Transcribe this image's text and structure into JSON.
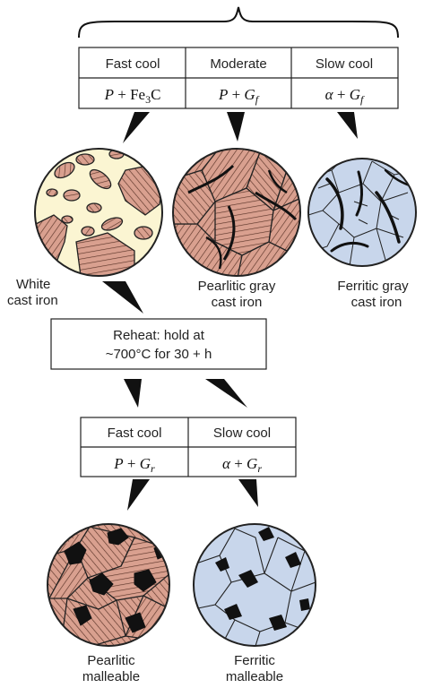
{
  "top_table": {
    "headers": [
      "Fast cool",
      "Moderate",
      "Slow cool"
    ],
    "phases": [
      {
        "a": "P",
        "plus": " + ",
        "b": "Fe",
        "sub": "3",
        "tail": "C"
      },
      {
        "a": "P",
        "plus": " + ",
        "b": "G",
        "sub": "f",
        "tail": ""
      },
      {
        "a": "α",
        "plus": " + ",
        "b": "G",
        "sub": "f",
        "tail": ""
      }
    ]
  },
  "microstructures_top": [
    {
      "line1": "White",
      "line2": "cast iron"
    },
    {
      "line1": "Pearlitic gray",
      "line2": "cast iron"
    },
    {
      "line1": "Ferritic gray",
      "line2": "cast iron"
    }
  ],
  "reheat": {
    "line1": "Reheat: hold at",
    "line2": "~700°C for 30 + h"
  },
  "bottom_table": {
    "headers": [
      "Fast cool",
      "Slow cool"
    ],
    "phases": [
      {
        "a": "P",
        "plus": " + ",
        "b": "G",
        "sub": "r"
      },
      {
        "a": "α",
        "plus": " + ",
        "b": "G",
        "sub": "r"
      }
    ]
  },
  "microstructures_bottom": [
    {
      "line1": "Pearlitic",
      "line2": "malleable"
    },
    {
      "line1": "Ferritic",
      "line2": "malleable"
    }
  ],
  "colors": {
    "pearlite": "#d9a08f",
    "cementite": "#fbf5d2",
    "ferrite": "#c8d6eb",
    "graphite": "#111111",
    "outline": "#222222"
  }
}
